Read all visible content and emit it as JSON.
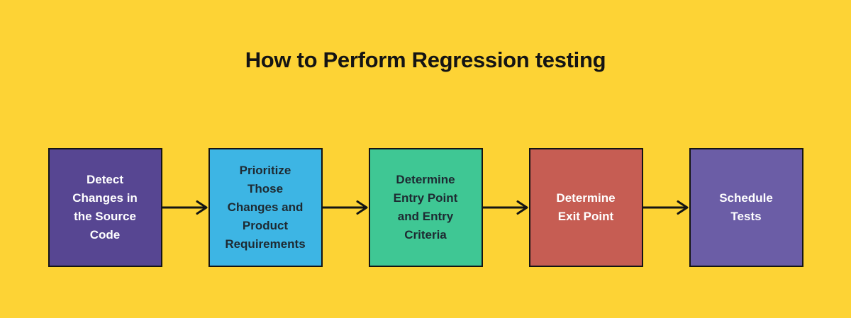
{
  "title": "How to Perform Regression testing",
  "title_color": "#141414",
  "background_color": "#FDD335",
  "arrow_color": "#141414",
  "border_color": "#141414",
  "steps": [
    {
      "label": "Detect\nChanges in\nthe Source\nCode",
      "fill": "#574692",
      "text_color": "#FFFFFF"
    },
    {
      "label": "Prioritize\nThose\nChanges and\nProduct\nRequirements",
      "fill": "#3DB5E4",
      "text_color": "#1E2A32"
    },
    {
      "label": "Determine\nEntry Point\nand Entry\nCriteria",
      "fill": "#3FC794",
      "text_color": "#1E2A32"
    },
    {
      "label": "Determine\nExit Point",
      "fill": "#C65D53",
      "text_color": "#FFFFFF"
    },
    {
      "label": "Schedule\nTests",
      "fill": "#6B5DA6",
      "text_color": "#FFFFFF"
    }
  ]
}
